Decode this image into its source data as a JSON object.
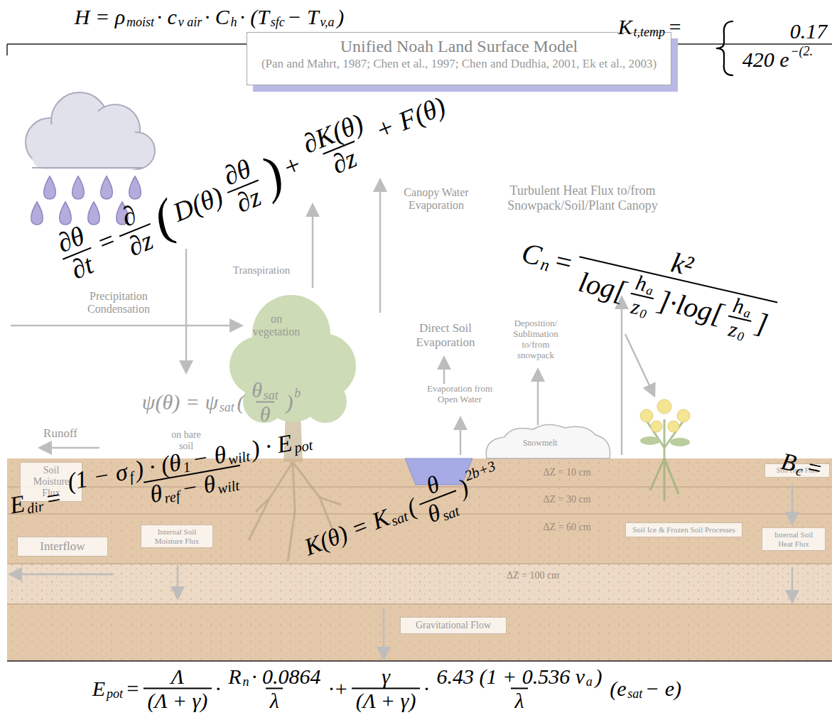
{
  "diagram": {
    "nodes": [
      {
        "text": [
          "Unified Noah Land Surface Model",
          "(Pan and Mahrt, 1987; Chen et al., 1997; Chen and Dudhia, 2001, Ek et al., 2003)"
        ]
      },
      {
        "text": [
          "Soil Moisture Flux"
        ]
      },
      {
        "text": [
          "Interflow"
        ]
      },
      {
        "text": [
          "Internal Soil Moisture Flux"
        ]
      },
      {
        "text": [
          "Soil Ice & Frozen Soil Processes"
        ]
      },
      {
        "text": [
          "Soil Heat Flux"
        ]
      },
      {
        "text": [
          "Internal Soil Heat Flux"
        ]
      },
      {
        "text": [
          "Gravitational Flow"
        ]
      }
    ],
    "labels": [
      "H = ρ",
      "moist",
      "· c",
      "v air",
      "· C",
      "h",
      "· (T",
      "sfc",
      "− T",
      "v,a",
      ")",
      "K",
      "t,temp",
      "=",
      "0.17",
      "420 e",
      "−(2.",
      "∂θ",
      "∂t",
      "=",
      "∂",
      "∂z",
      "(",
      "D(θ)",
      "∂θ",
      "∂z",
      ")",
      "+",
      "∂K(θ)",
      "∂z",
      "+ F(θ)",
      "C",
      "n",
      "=",
      "k²",
      "log[",
      "h",
      "a",
      "z",
      "0",
      "]·log[",
      "h",
      "a",
      "z",
      "0",
      "]",
      "ψ(θ) = ψ",
      "sat",
      "(",
      "θ",
      "sat",
      "θ",
      ")",
      "b",
      "E",
      "dir",
      "=",
      "(1 − σ",
      "f",
      ") · (θ",
      "1",
      "− θ",
      "wilt",
      ") · E",
      "pot",
      "θ",
      "ref",
      "− θ",
      "wilt",
      "K(θ) = K",
      "sat",
      "(",
      "θ",
      "θ",
      "sat",
      ")",
      "2b+3",
      "B",
      "c",
      "=",
      "E",
      "pot",
      "=",
      "Λ",
      "(Λ + γ)",
      "·",
      "R",
      "n",
      "· 0.0864",
      "λ",
      "·+",
      "γ",
      "(Λ + γ)",
      "·",
      "6.43 (1 + 0.536 v",
      "a",
      ")",
      "λ",
      "(e",
      "sat",
      "− e)",
      "Precipitation Condensation",
      "Transpiration",
      "Canopy Water Evaporation",
      "Turbulent Heat Flux to/from Snowpack/Soil/Plant Canopy",
      "on vegetation",
      "Direct Soil Evaporation",
      "Deposition/ Sublimation to/from snowpack",
      "Evaporation from Open Water",
      "Runoff",
      "on bare soil",
      "Snowmelt",
      "ΔZ = 10 cm",
      "ΔZ = 30 cm",
      "ΔZ = 60 cm",
      "ΔZ = 100 cm"
    ]
  }
}
